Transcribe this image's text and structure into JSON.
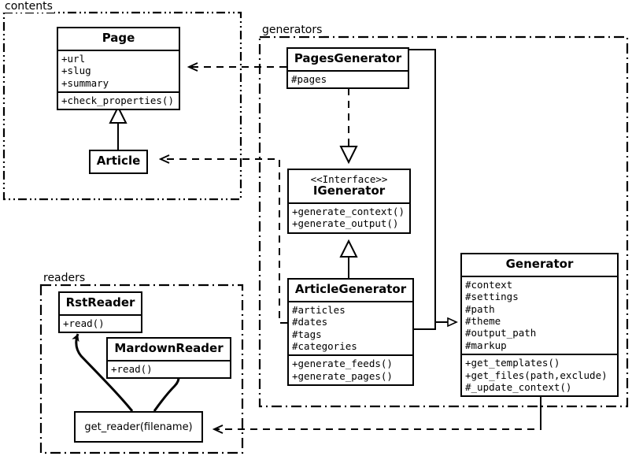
{
  "diagram": {
    "kind": "uml-class-diagram",
    "background": "#ffffff",
    "line_color": "#000000"
  },
  "packages": [
    {
      "id": "contents",
      "label": "contents"
    },
    {
      "id": "generators",
      "label": "generators"
    },
    {
      "id": "readers",
      "label": "readers"
    }
  ],
  "classes": {
    "page": {
      "name": "Page",
      "attributes": [
        "+url",
        "+slug",
        "+summary"
      ],
      "operations": [
        "+check_properties()"
      ]
    },
    "article": {
      "name": "Article",
      "attributes": [],
      "operations": []
    },
    "pages_generator": {
      "name": "PagesGenerator",
      "attributes": [
        "#pages"
      ],
      "operations": []
    },
    "igenerator": {
      "stereotype": "<<Interface>>",
      "name": "IGenerator",
      "attributes": [],
      "operations": [
        "+generate_context()",
        "+generate_output()"
      ]
    },
    "article_generator": {
      "name": "ArticleGenerator",
      "attributes": [
        "#articles",
        "#dates",
        "#tags",
        "#categories"
      ],
      "operations": [
        "+generate_feeds()",
        "+generate_pages()"
      ]
    },
    "generator": {
      "name": "Generator",
      "attributes": [
        "#context",
        "#settings",
        "#path",
        "#theme",
        "#output_path",
        "#markup"
      ],
      "operations": [
        "+get_templates()",
        "+get_files(path,exclude)",
        "#_update_context()"
      ]
    },
    "rst_reader": {
      "name": "RstReader",
      "attributes": [],
      "operations": [
        "+read()"
      ]
    },
    "mardown_reader": {
      "name": "MardownReader",
      "attributes": [],
      "operations": [
        "+read()"
      ]
    }
  },
  "functions": {
    "get_reader": {
      "label": "get_reader(filename)"
    }
  },
  "relationships": [
    {
      "from": "article",
      "to": "page",
      "type": "generalization"
    },
    {
      "from": "pages_generator",
      "to": "page",
      "type": "dependency"
    },
    {
      "from": "article_generator",
      "to": "article",
      "type": "dependency"
    },
    {
      "from": "pages_generator",
      "to": "igenerator",
      "type": "realization"
    },
    {
      "from": "article_generator",
      "to": "igenerator",
      "type": "generalization"
    },
    {
      "from": "pages_generator",
      "to": "generator",
      "type": "generalization"
    },
    {
      "from": "article_generator",
      "to": "generator",
      "type": "generalization"
    },
    {
      "from": "generator",
      "to": "get_reader",
      "type": "dependency"
    },
    {
      "from": "get_reader",
      "to": "rst_reader",
      "type": "curved-arrow"
    },
    {
      "from": "get_reader",
      "to": "mardown_reader",
      "type": "curved-arrow"
    }
  ]
}
